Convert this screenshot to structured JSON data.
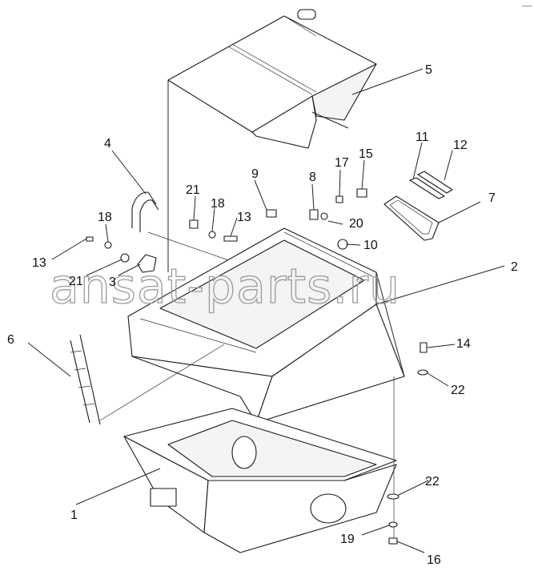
{
  "diagram": {
    "corner_mark": "-—",
    "watermark": "ansat-parts.ru",
    "callouts": [
      {
        "id": "c1",
        "text": "1"
      },
      {
        "id": "c2",
        "text": "2"
      },
      {
        "id": "c3",
        "text": "3"
      },
      {
        "id": "c4",
        "text": "4"
      },
      {
        "id": "c5",
        "text": "5"
      },
      {
        "id": "c6",
        "text": "6"
      },
      {
        "id": "c7",
        "text": "7"
      },
      {
        "id": "c8",
        "text": "8"
      },
      {
        "id": "c9",
        "text": "9"
      },
      {
        "id": "c10",
        "text": "10"
      },
      {
        "id": "c11",
        "text": "11"
      },
      {
        "id": "c12",
        "text": "12"
      },
      {
        "id": "c13a",
        "text": "13"
      },
      {
        "id": "c13b",
        "text": "13"
      },
      {
        "id": "c14",
        "text": "14"
      },
      {
        "id": "c15",
        "text": "15"
      },
      {
        "id": "c16",
        "text": "16"
      },
      {
        "id": "c17",
        "text": "17"
      },
      {
        "id": "c18a",
        "text": "18"
      },
      {
        "id": "c18b",
        "text": "18"
      },
      {
        "id": "c19",
        "text": "19"
      },
      {
        "id": "c20",
        "text": "20"
      },
      {
        "id": "c21a",
        "text": "21"
      },
      {
        "id": "c21b",
        "text": "21"
      },
      {
        "id": "c22a",
        "text": "22"
      },
      {
        "id": "c22b",
        "text": "22"
      }
    ]
  }
}
